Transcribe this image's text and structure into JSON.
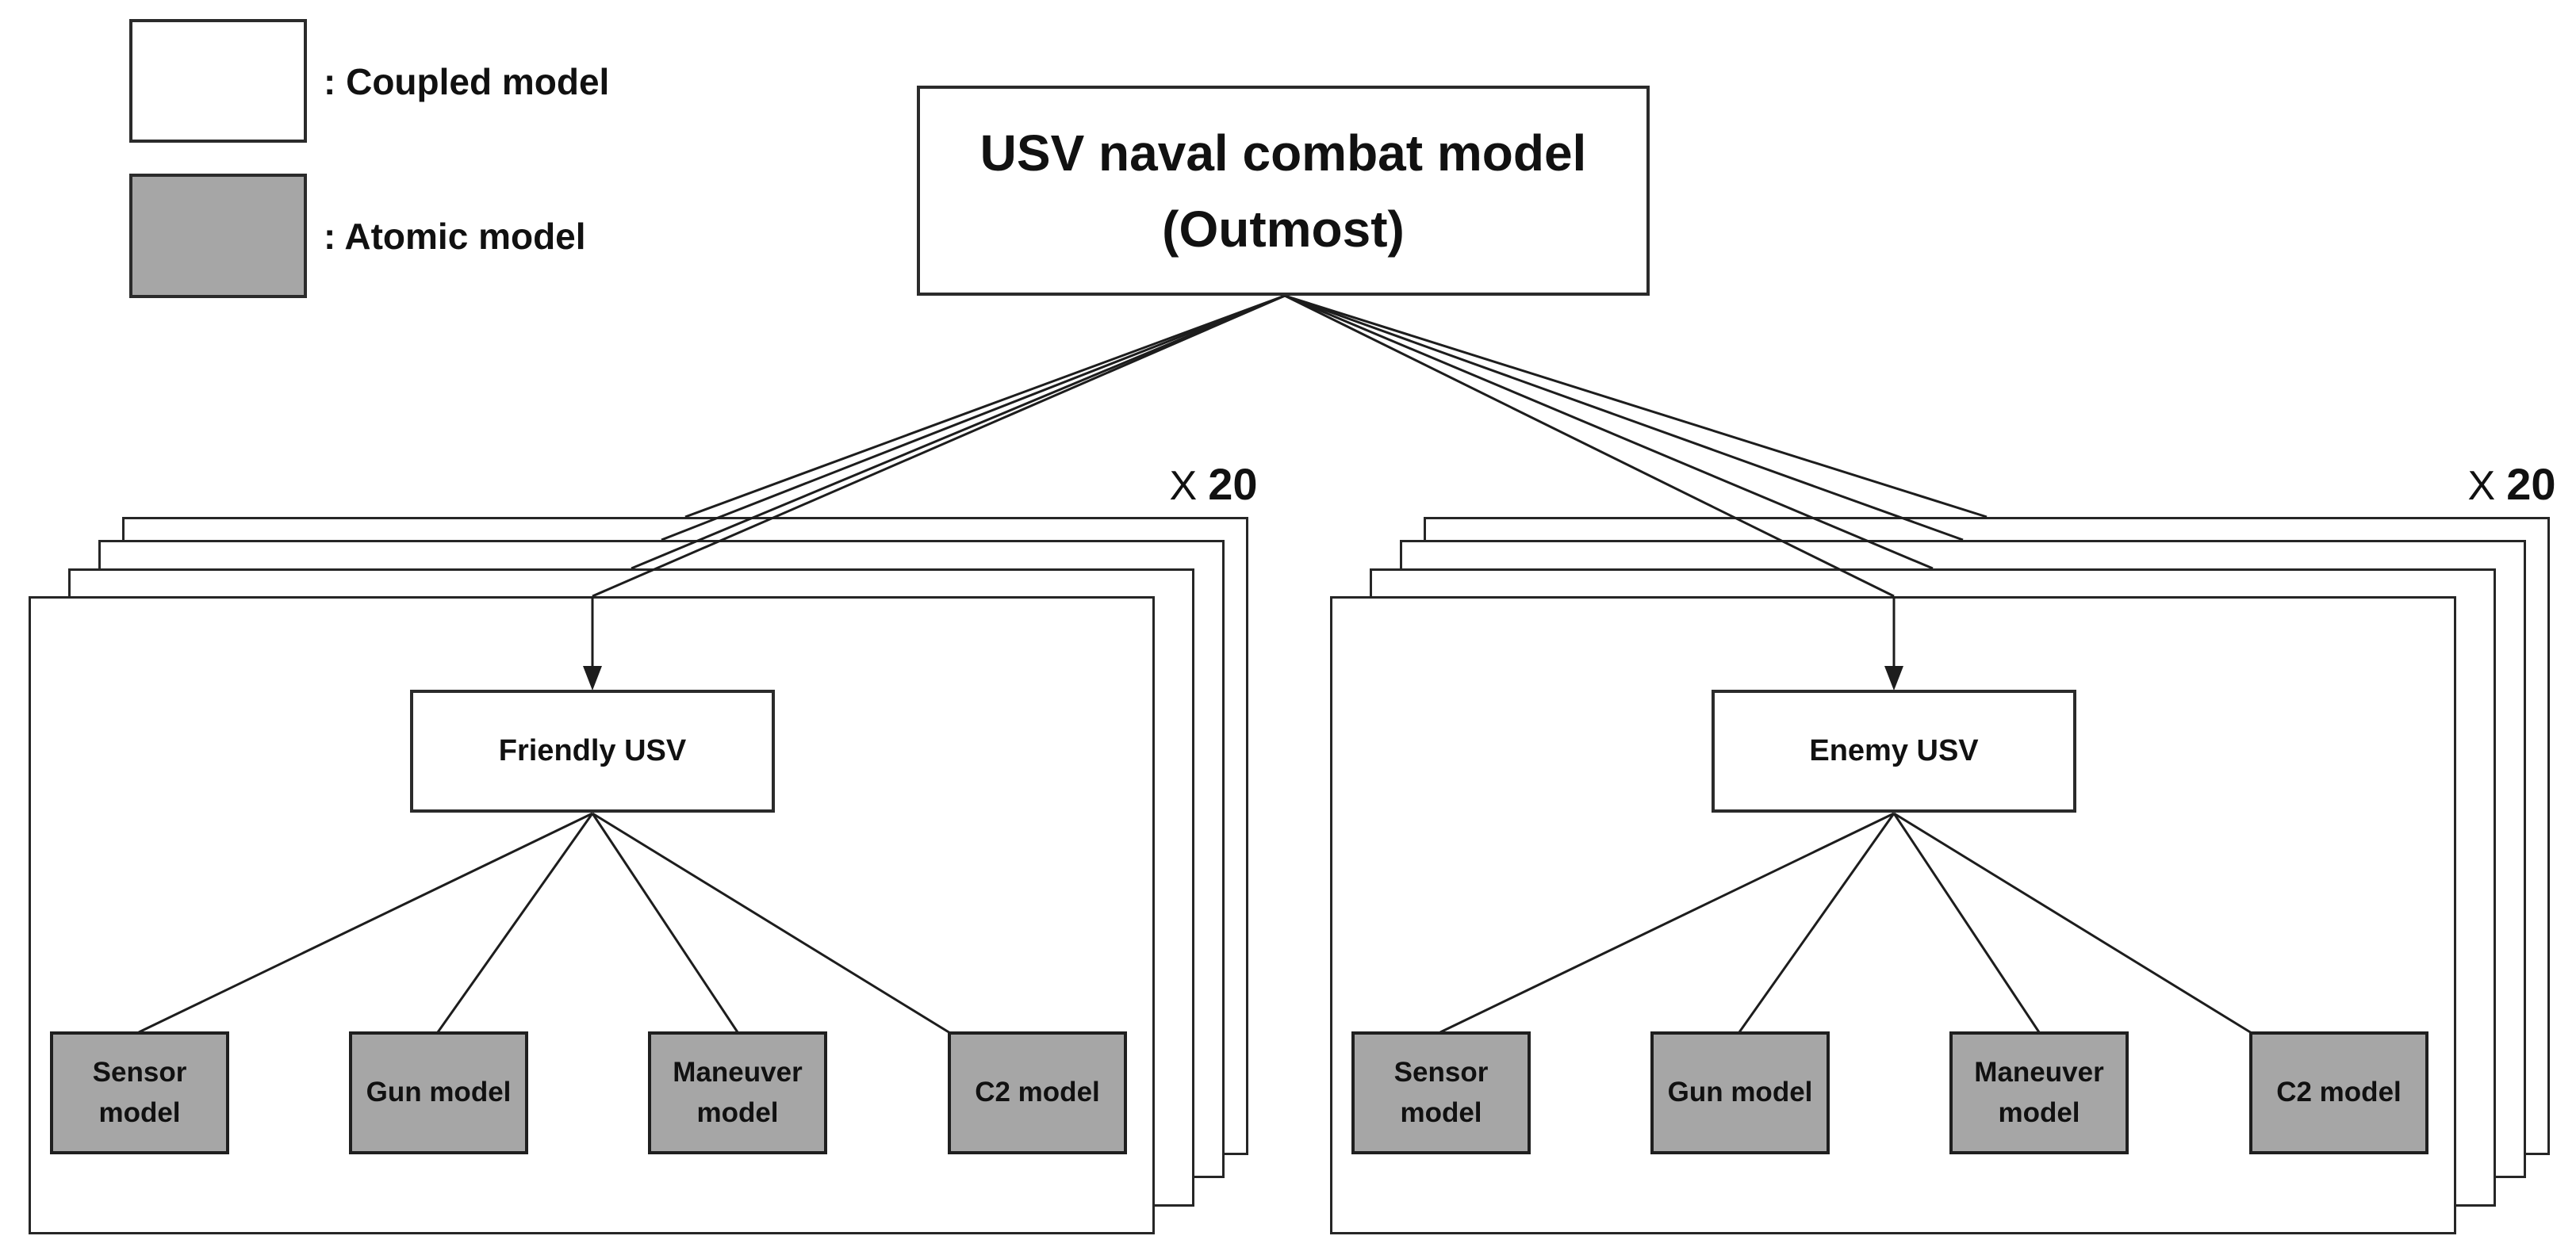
{
  "legend": {
    "coupled_label": ": Coupled model",
    "atomic_label": ": Atomic model"
  },
  "root_node": {
    "line1": "USV naval combat model",
    "line2": "(Outmost)"
  },
  "groups": [
    {
      "name": "friendly",
      "parent_label": "Friendly USV",
      "multiplier": {
        "prefix": "X",
        "count": "20"
      },
      "children": [
        "Sensor model",
        "Gun model",
        "Maneuver model",
        "C2 model"
      ]
    },
    {
      "name": "enemy",
      "parent_label": "Enemy USV",
      "multiplier": {
        "prefix": "X",
        "count": "20"
      },
      "children": [
        "Sensor model",
        "Gun model",
        "Maneuver model",
        "C2 model"
      ]
    }
  ],
  "colors": {
    "coupled_fill": "#ffffff",
    "atomic_fill": "#a6a6a6",
    "line": "#1d1d1d",
    "border": "#2b2b2b"
  }
}
